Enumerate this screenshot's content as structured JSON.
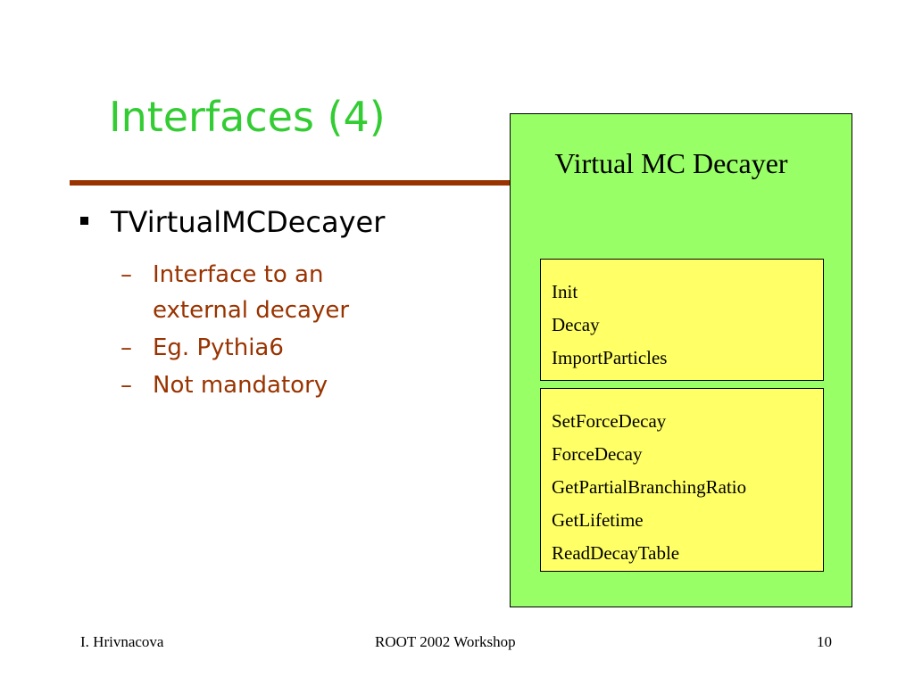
{
  "slide": {
    "title": "Interfaces (4)",
    "bullet": {
      "text": "TVirtualMCDecayer",
      "subitems": [
        "Interface to an external decayer",
        "Eg. Pythia6",
        "Not mandatory"
      ]
    },
    "diagram": {
      "title": "Virtual MC Decayer",
      "box1": [
        "Init",
        "Decay",
        "ImportParticles"
      ],
      "box2": [
        "SetForceDecay",
        "ForceDecay",
        "GetPartialBranchingRatio",
        "GetLifetime",
        "ReadDecayTable"
      ]
    },
    "footer": {
      "author": "I. Hrivnacova",
      "event": "ROOT 2002  Workshop",
      "page": "10"
    }
  },
  "colors": {
    "title": "#33cc33",
    "rule": "#993300",
    "subitems": "#993300",
    "green_box": "#99ff66",
    "yellow_box": "#ffff66"
  }
}
